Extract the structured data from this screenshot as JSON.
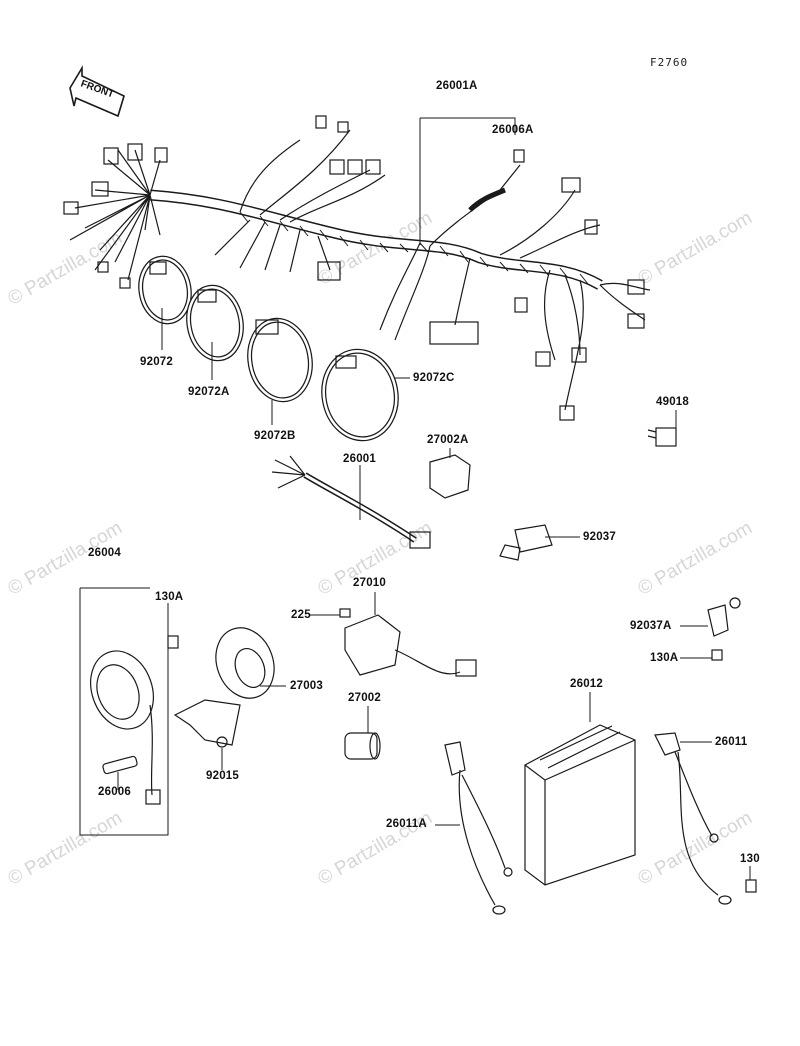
{
  "figure_code": "F2760",
  "front_arrow": "FRONT",
  "watermark": "© Partzilla.com",
  "parts": [
    {
      "id": "p26001A",
      "number": "26001A"
    },
    {
      "id": "p26006A",
      "number": "26006A"
    },
    {
      "id": "p92072",
      "number": "92072"
    },
    {
      "id": "p92072A",
      "number": "92072A"
    },
    {
      "id": "p92072B",
      "number": "92072B"
    },
    {
      "id": "p92072C",
      "number": "92072C"
    },
    {
      "id": "p49018",
      "number": "49018"
    },
    {
      "id": "p27002A",
      "number": "27002A"
    },
    {
      "id": "p26001",
      "number": "26001"
    },
    {
      "id": "p92037",
      "number": "92037"
    },
    {
      "id": "p26004",
      "number": "26004"
    },
    {
      "id": "p130A_left",
      "number": "130A"
    },
    {
      "id": "p27010",
      "number": "27010"
    },
    {
      "id": "p225",
      "number": "225"
    },
    {
      "id": "p92037A",
      "number": "92037A"
    },
    {
      "id": "p130A_right",
      "number": "130A"
    },
    {
      "id": "p27003",
      "number": "27003"
    },
    {
      "id": "p26012",
      "number": "26012"
    },
    {
      "id": "p27002",
      "number": "27002"
    },
    {
      "id": "p26011",
      "number": "26011"
    },
    {
      "id": "p92015",
      "number": "92015"
    },
    {
      "id": "p26006",
      "number": "26006"
    },
    {
      "id": "p26011A",
      "number": "26011A"
    },
    {
      "id": "p130",
      "number": "130"
    }
  ]
}
